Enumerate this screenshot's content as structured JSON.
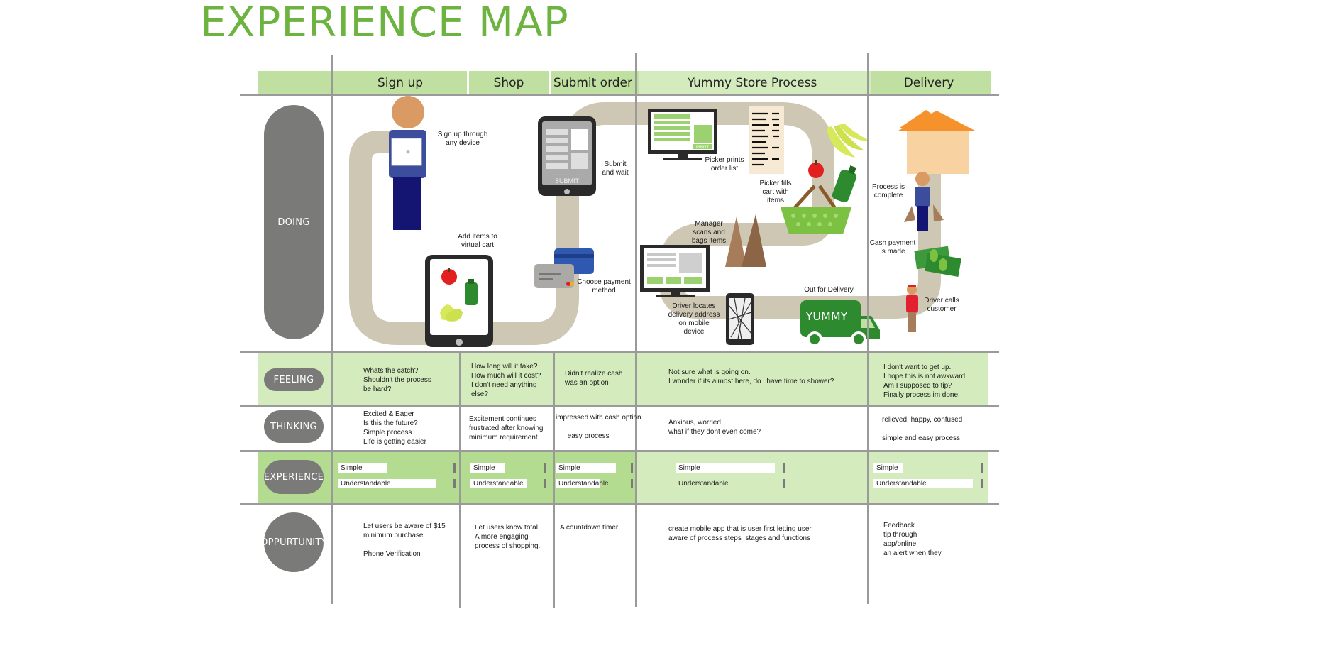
{
  "title": "EXPERIENCE MAP",
  "phases": [
    "Sign up",
    "Shop",
    "Submit order",
    "Yummy Store Process",
    "Delivery"
  ],
  "rows": {
    "doing": "DOING",
    "feeling": "FEELING",
    "thinking": "THINKING",
    "experience": "EXPERIENCE",
    "opportunity": "OPPURTUNITY"
  },
  "doing_captions": {
    "sign_up": "Sign up through\nany device",
    "add_items": "Add items to\nvirtual cart",
    "submit_wait": "Submit\nand wait",
    "choose_payment": "Choose payment\nmethod",
    "picker_prints": "Picker prints\norder list",
    "picker_fills": "Picker fills\ncart with\nitems",
    "manager": "Manager\nscans and\nbags items",
    "driver_locates": "Driver locates\ndelivery address\non mobile\ndevice",
    "out_for_delivery": "Out for Delivery",
    "process_complete": "Process is\ncomplete",
    "cash_payment": "Cash payment\nis made",
    "driver_calls": "Driver calls\ncustomer"
  },
  "illustration_text": {
    "submit_label": "SUBMIT",
    "print_label": "PRINT",
    "truck_label": "YUMMY"
  },
  "feeling": [
    "Whats the catch?\nShouldn't the process\nbe hard?",
    "How long will it take?\nHow much will it cost?\nI don't need anything\nelse?",
    "Didn't realize cash\nwas an option",
    "Not sure what is going on.\nI wonder if its almost here, do i have time to shower?",
    "I don't want to get up.\nI hope this is not awkward.\nAm I supposed to tip?\nFinally process im done."
  ],
  "thinking": [
    "Excited & Eager\nIs this the future?\nSimple process\nLife is getting easier",
    "Excitement continues\nfrustrated after knowing\nminimum requirement",
    "impressed with cash option\n\n      easy process",
    "Anxious, worried,\nwhat if they dont even come?",
    "relieved, happy, confused\n\nsimple and easy process"
  ],
  "experience": [
    [
      {
        "label": "Simple",
        "value": 0.42
      },
      {
        "label": "Understandable",
        "value": 0.85
      }
    ],
    [
      {
        "label": "Simple",
        "value": 0.45
      },
      {
        "label": "Understandable",
        "value": 0.75
      }
    ],
    [
      {
        "label": "Simple",
        "value": 0.78
      },
      {
        "label": "Understandable",
        "value": 0.55
      }
    ],
    [
      {
        "label": "Simple",
        "value": 0.9
      },
      {
        "label": "Understandable",
        "value": 0.15
      }
    ],
    [
      {
        "label": "Simple",
        "value": 0.25
      },
      {
        "label": "Understandable",
        "value": 0.9
      }
    ]
  ],
  "opportunity": [
    "Let users be aware of $15\nminimum purchase\n\nPhone Verification",
    "Let users know total.\nA more engaging\nprocess of shopping.",
    "A countdown timer.",
    "create mobile app that is user first letting user\naware of process steps  stages and functions",
    "Feedback\ntip through\napp/online\nan alert when they"
  ],
  "colors": {
    "title": "#6db33f",
    "header_band": "#bfe0a0",
    "row_band": "#d4ebbd",
    "path": "#cdc7b3",
    "label_pill": "#7a7a78",
    "grid_line": "#9a9a9a"
  }
}
